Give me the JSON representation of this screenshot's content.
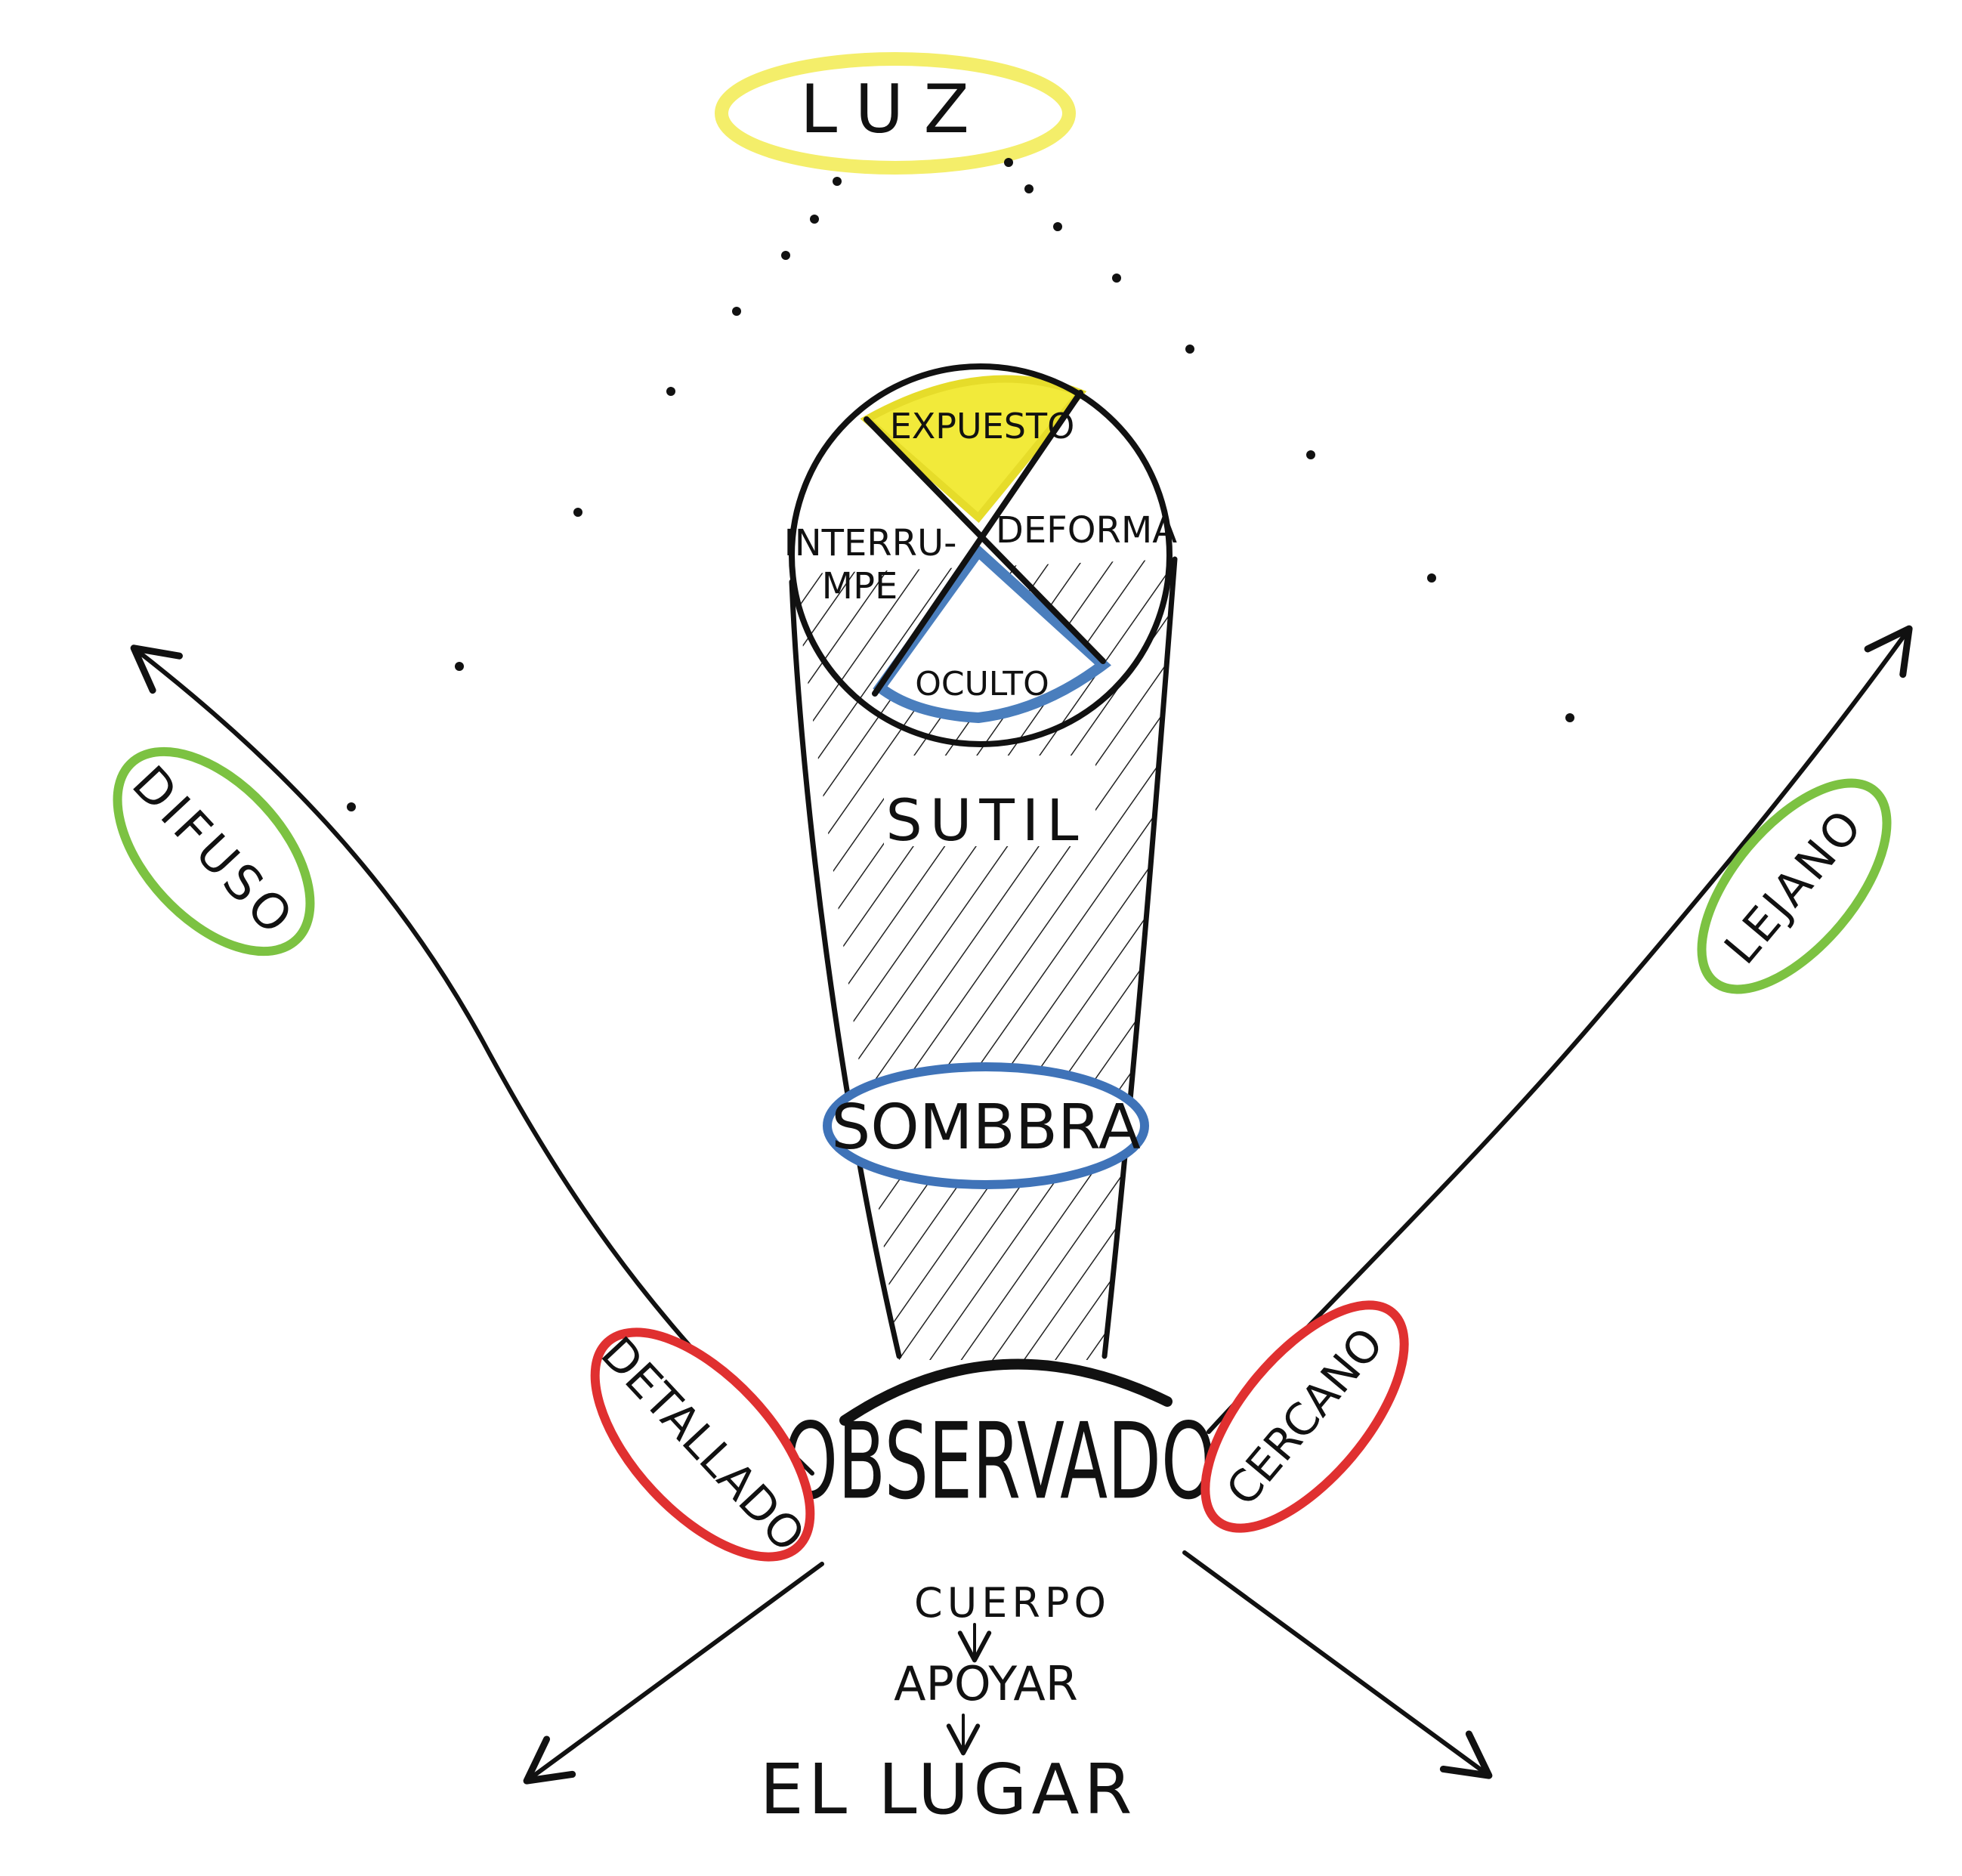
{
  "labels": {
    "luz": "LUZ",
    "expuesto": "EXPUESTO",
    "deforma": "DEFORMA",
    "interrumpe_1": "INTERRU-",
    "interrumpe_2": "MPE",
    "oculto": "OCULTO",
    "sutil": "SUTIL",
    "sombra": "SOMBBRA",
    "observador": "OBSERVADOR",
    "cuerpo": "CUERPO",
    "apoyar": "APOYAR",
    "el_lugar": "EL LUGAR",
    "difuso": "DIFUSO",
    "detallado": "DETALLADO",
    "lejano": "LEJANO",
    "cercano": "CERCANO"
  },
  "colors": {
    "luz": "#f4ee6a",
    "expuesto_fill": "#f2ea3a",
    "oculto": "#4a7ebd",
    "sombra": "#3f73b8",
    "green": "#7cc242",
    "red": "#e03030",
    "ink": "#111111"
  }
}
